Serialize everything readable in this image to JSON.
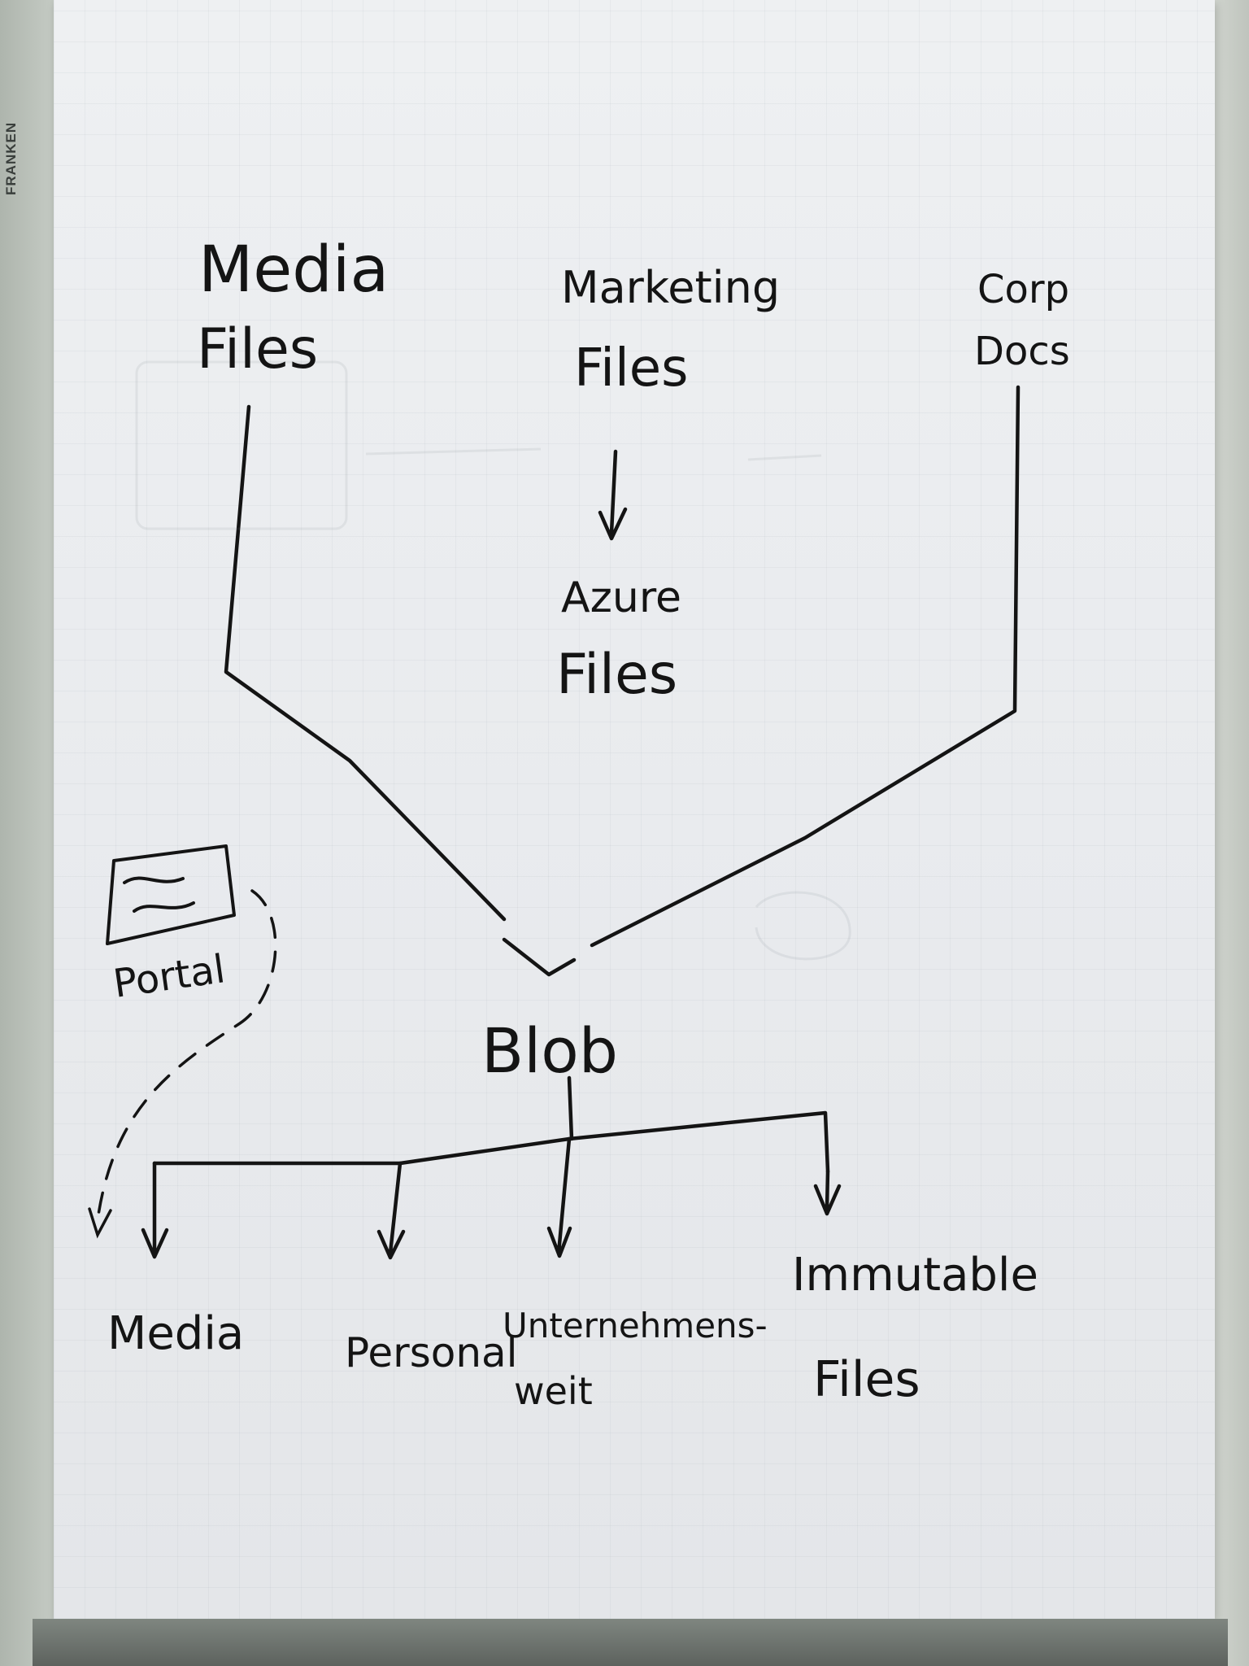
{
  "brand": "FRANKEN",
  "sources": {
    "media_files": [
      "Media",
      "Files"
    ],
    "marketing_files": [
      "Marketing",
      "Files"
    ],
    "corp_docs": [
      "Corp",
      "Docs"
    ]
  },
  "azure_files": [
    "Azure",
    "Files"
  ],
  "portal": "Portal",
  "blob": "Blob",
  "targets": {
    "media": "Media",
    "personal": "Personal",
    "unternehmensweit": [
      "Unternehmens-",
      "weit"
    ],
    "immutable_files": [
      "Immutable",
      "Files"
    ]
  }
}
